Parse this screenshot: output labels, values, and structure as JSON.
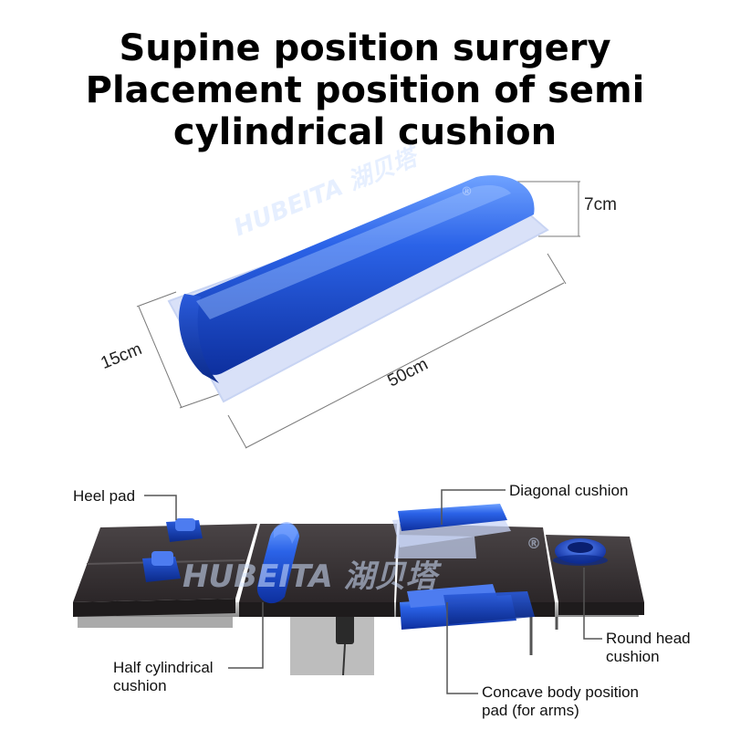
{
  "title": {
    "line1": "Supine position surgery",
    "line2": "Placement position of semi",
    "line3": "cylindrical cushion"
  },
  "dimensions": {
    "height": "7cm",
    "width": "15cm",
    "length": "50cm"
  },
  "watermark": {
    "brand": "HUBEITA",
    "chinese": "湖贝塔",
    "registered": "®"
  },
  "callouts": {
    "heel_pad": "Heel pad",
    "diagonal_cushion": "Diagonal cushion",
    "round_head_line1": "Round head",
    "round_head_line2": "cushion",
    "half_cyl_line1": "Half cylindrical",
    "half_cyl_line2": "cushion",
    "concave_line1": "Concave body position",
    "concave_line2": "pad (for arms)"
  },
  "colors": {
    "gel_blue": "#1f4fd6",
    "table_top": "#3a3436",
    "table_frame": "#9a9a9a"
  }
}
